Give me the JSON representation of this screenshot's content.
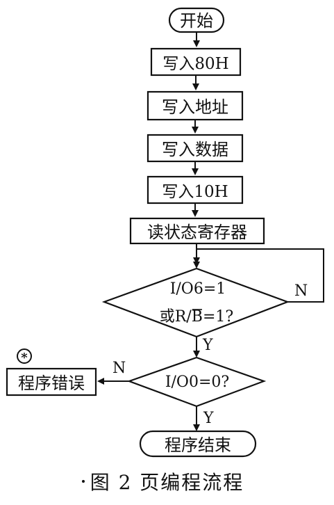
{
  "nodes": {
    "start": "开始",
    "write_cmd": "写入80H",
    "write_addr": "写入地址",
    "write_data": "写入数据",
    "write_confirm": "写入10H",
    "read_status": "读状态寄存器",
    "decision_ready_line1": "I/O6=1",
    "decision_ready_line2_prefix": "或R/",
    "decision_ready_line2_overbar": "B",
    "decision_ready_line2_suffix": "=1?",
    "decision_result": "I/O0=0?",
    "error": "程序错误",
    "end": "程序结束"
  },
  "edge_labels": {
    "ready_no": "N",
    "ready_yes": "Y",
    "result_no": "N",
    "result_yes": "Y"
  },
  "marker": "*",
  "caption": "图 2  页编程流程"
}
